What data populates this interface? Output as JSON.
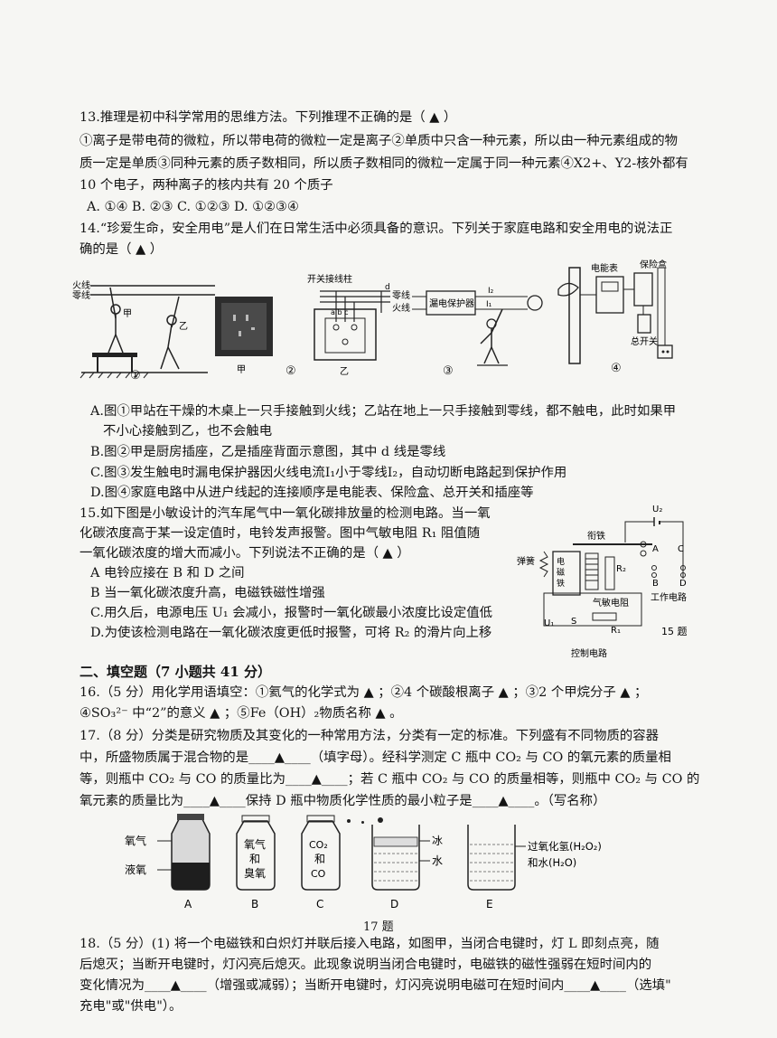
{
  "q13": {
    "stem": "13.推理是初中科学常用的思维方法。下列推理不正确的是（  ▲  ）",
    "l1": "①离子是带电荷的微粒，所以带电荷的微粒一定是离子②单质中只含一种元素，所以由一种元素组成的物",
    "l2": "质一定是单质③同种元素的质子数相同，所以质子数相同的微粒一定属于同一种元素④X2+、Y2-核外都有",
    "l3": "10 个电子，两种离子的核内共有 20 个质子",
    "opts": "A. ①④     B. ②③     C. ①②③     D. ①②③④"
  },
  "q14": {
    "stem1": "14.“珍爱生命，安全用电”是人们在日常生活中必须具备的意识。下列关于家庭电路和安全用电的说法正",
    "stem2": "确的是（ ▲ ）",
    "fig": {
      "fire": "火线",
      "zero": "零线",
      "jia": "甲",
      "yi": "乙",
      "c1": "①",
      "socket_jia": "甲",
      "c2": "②",
      "switch_post": "开关接线柱",
      "socket_yi": "乙",
      "d": "d",
      "abc": "a b c",
      "zero2": "零线",
      "fire2": "火线",
      "protector": "漏电保护器",
      "i2": "I₂",
      "i1": "I₁",
      "c3": "③",
      "meter": "电能表",
      "fuse": "保险盒",
      "mainswitch": "总开关",
      "c4": "④"
    },
    "A1": "A.图①甲站在干燥的木桌上一只手接触到火线；乙站在地上一只手接触到零线，都不触电，此时如果甲",
    "A2": "不小心接触到乙，也不会触电",
    "B": "B.图②甲是厨房插座，乙是插座背面示意图，其中 d 线是零线",
    "C": "C.图③发生触电时漏电保护器因火线电流I₁小于零线I₂，自动切断电路起到保护作用",
    "D": "D.图④家庭电路中从进户线起的连接顺序是电能表、保险盒、总开关和插座等"
  },
  "q15": {
    "l1": "15.如下图是小敏设计的汽车尾气中一氧化碳排放量的检测电路。当一氧",
    "l2": "化碳浓度高于某一设定值时，电铃发声报警。图中气敏电阻 R₁ 阻值随",
    "l3": "一氧化碳浓度的增大而减小。下列说法不正确的是（  ▲  ）",
    "A": "A 电铃应接在 B 和 D 之间",
    "B": "B 当一氧化碳浓度升高，电磁铁磁性增强",
    "C": "C.用久后，电源电压 U₁ 会减小，报警时一氧化碳最小浓度比设定值低",
    "D": "D.为使该检测电路在一氧化碳浓度更低时报警，可将 R₂ 的滑片向上移",
    "fig": {
      "u2": "U₂",
      "armature": "衔铁",
      "spring": "弹簧",
      "em": "电\n磁\n铁",
      "r2": "R₂",
      "a": "A",
      "b": "B",
      "c": "C",
      "d": "D",
      "work": "工作电路",
      "gas": "气敏电阻",
      "u1": "U₁",
      "s": "S",
      "r1": "R₁",
      "ctrl": "控制电路",
      "title": "15 题"
    }
  },
  "sec2": "二、填空题（7 小题共 41 分）",
  "q16": {
    "l1": "16.（5 分）用化学用语填空：①氦气的化学式为  ▲ ；②4 个碳酸根离子  ▲ ；③2 个甲烷分子  ▲ ；",
    "l2": "④SO₃²⁻ 中“2”的意义  ▲ ；⑤Fe（OH）₂物质名称  ▲ 。"
  },
  "q17": {
    "l1": "17.（8 分）分类是研究物质及其变化的一种常用方法，分类有一定的标准。下列盛有不同物质的容器",
    "l2": "中，所盛物质属于混合物的是____▲____（填字母）。经科学测定 C 瓶中 CO₂ 与 CO 的氧元素的质量相",
    "l3": "等，则瓶中 CO₂ 与 CO 的质量比为____▲____；若 C 瓶中 CO₂ 与 CO 的质量相等，则瓶中 CO₂ 与 CO 的",
    "l4": "氧元素的质量比为____▲____保持 D 瓶中物质化学性质的最小粒子是____▲____。（写名称）",
    "fig": {
      "o2": "氧气",
      "lo2": "液氧",
      "a": "A",
      "b_txt1": "氧气",
      "b_txt2": "和",
      "b_txt3": "臭氧",
      "b": "B",
      "c_txt1": "CO₂",
      "c_txt2": "和",
      "c_txt3": "CO",
      "c": "C",
      "ice": "冰",
      "water": "水",
      "d": "D",
      "h2o2": "过氧化氢(H₂O₂)",
      "h2o": "和水(H₂O)",
      "e": "E",
      "title": "17 题"
    }
  },
  "q18": {
    "l1": "18.（5 分）(1) 将一个电磁铁和白炽灯并联后接入电路，如图甲，当闭合电键时，灯 L 即刻点亮，随",
    "l2": "后熄灭；当断开电键时，灯闪亮后熄灭。此现象说明当闭合电键时，电磁铁的磁性强弱在短时间内的",
    "l3": "变化情况为____▲____（增强或减弱）；当断开电键时，灯闪亮说明电磁可在短时间内____▲____（选填\"",
    "l4": "充电\"或\"供电\"）。"
  }
}
